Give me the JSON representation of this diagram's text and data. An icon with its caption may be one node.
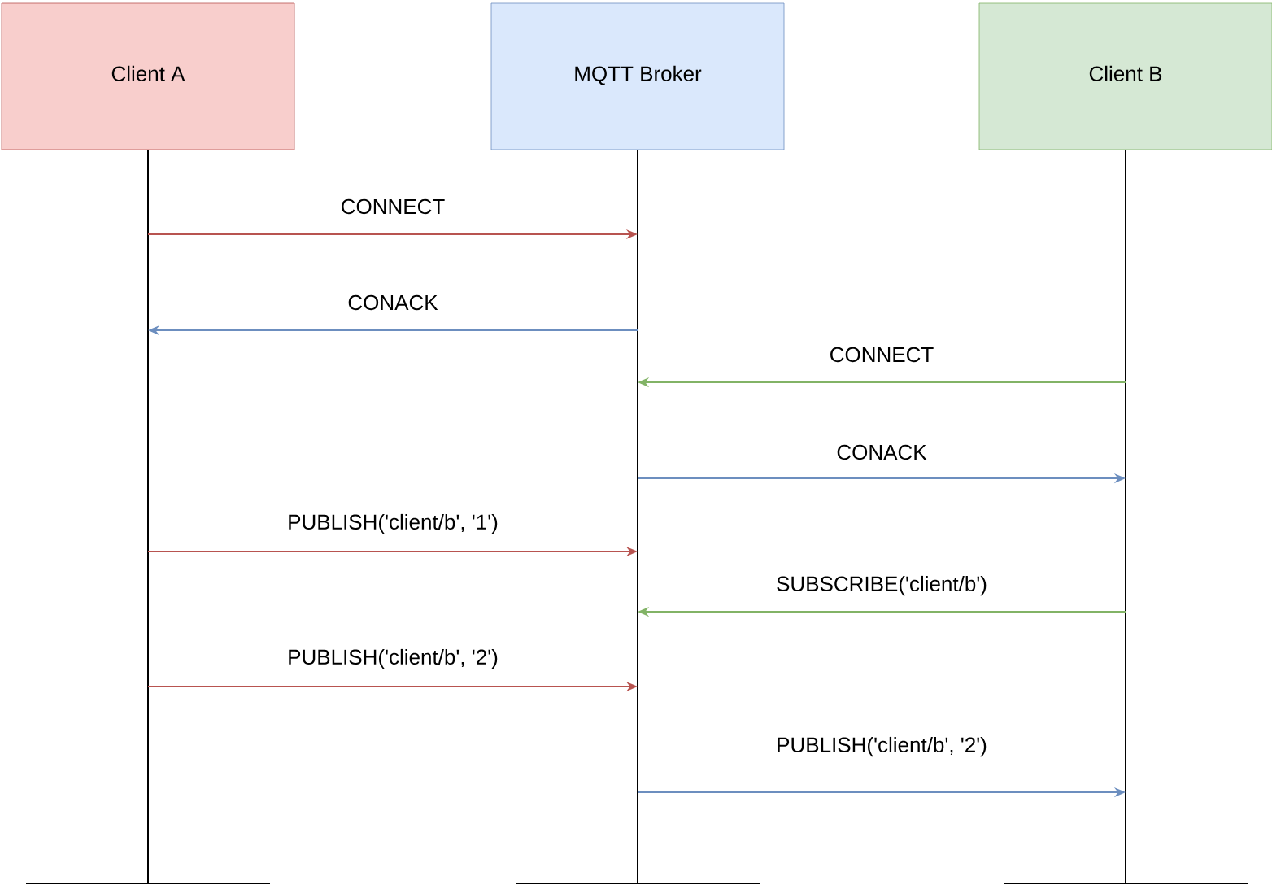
{
  "diagram": {
    "nodes": [
      {
        "text": [
          "Client A"
        ]
      },
      {
        "text": [
          "MQTT Broker"
        ]
      },
      {
        "text": [
          "Client B"
        ]
      }
    ],
    "edges": [
      {
        "from": 0,
        "to": 1,
        "arrow": "to",
        "label": "CONNECT",
        "color": "#b85450"
      },
      {
        "from": 1,
        "to": 0,
        "arrow": "to",
        "label": "CONACK",
        "color": "#6c8ebf"
      },
      {
        "from": 2,
        "to": 1,
        "arrow": "to",
        "label": "CONNECT",
        "color": "#82b366"
      },
      {
        "from": 1,
        "to": 2,
        "arrow": "to",
        "label": "CONACK",
        "color": "#6c8ebf"
      },
      {
        "from": 0,
        "to": 1,
        "arrow": "to",
        "label": "PUBLISH('client/b', '1')",
        "color": "#b85450"
      },
      {
        "from": 2,
        "to": 1,
        "arrow": "to",
        "label": "SUBSCRIBE('client/b')",
        "color": "#82b366"
      },
      {
        "from": 0,
        "to": 1,
        "arrow": "to",
        "label": "PUBLISH('client/b', '2')",
        "color": "#b85450"
      },
      {
        "from": 1,
        "to": 2,
        "arrow": "to",
        "label": "PUBLISH('client/b', '2')",
        "color": "#6c8ebf"
      }
    ]
  }
}
